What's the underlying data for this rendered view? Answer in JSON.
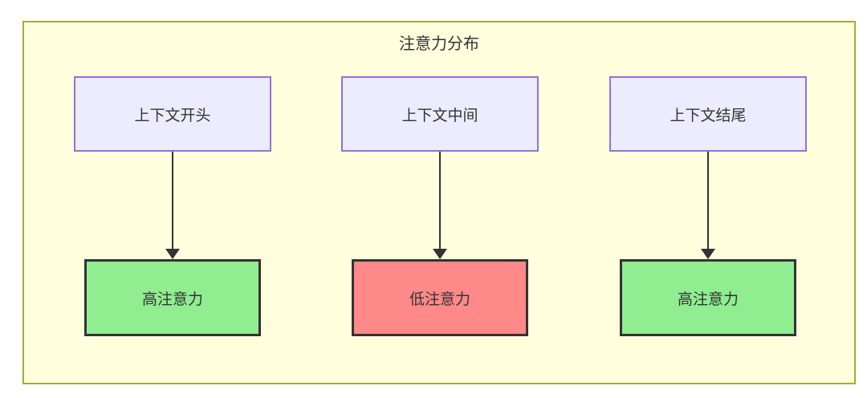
{
  "diagram": {
    "title": "注意力分布",
    "columns": [
      {
        "source": "上下文开头",
        "result": "高注意力",
        "level": "high"
      },
      {
        "source": "上下文中间",
        "result": "低注意力",
        "level": "low"
      },
      {
        "source": "上下文结尾",
        "result": "高注意力",
        "level": "high"
      }
    ]
  },
  "colors": {
    "canvas_bg": "#FFFFDE",
    "canvas_border": "#AAAA33",
    "source_fill": "#ECECFF",
    "source_border": "#9370DB",
    "high_fill": "#90EE90",
    "low_fill": "#FF8888",
    "result_border": "#333333",
    "arrow": "#333333",
    "text": "#333333"
  }
}
